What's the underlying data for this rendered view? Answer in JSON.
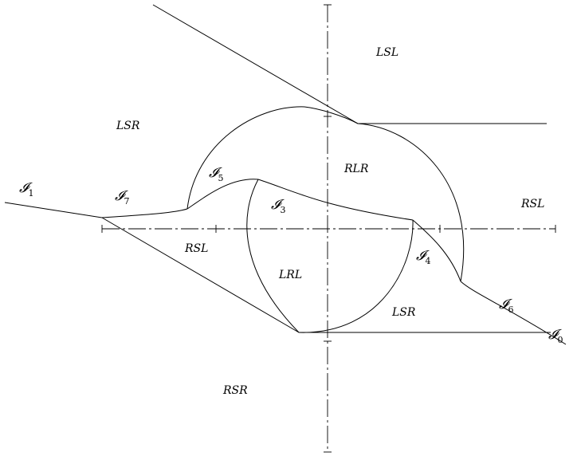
{
  "regions": {
    "lsl_top": "LSL",
    "lsr_left": "LSR",
    "rlr": "RLR",
    "rsl_right": "RSL",
    "rsl_center": "RSL",
    "lrl": "LRL",
    "lsr_bottom": "LSR",
    "rsr": "RSR"
  },
  "curves": {
    "symbol": "𝓘",
    "i0": "0",
    "i1": "1",
    "i3": "3",
    "i4": "4",
    "i5": "5",
    "i6": "6",
    "i7": "7"
  }
}
